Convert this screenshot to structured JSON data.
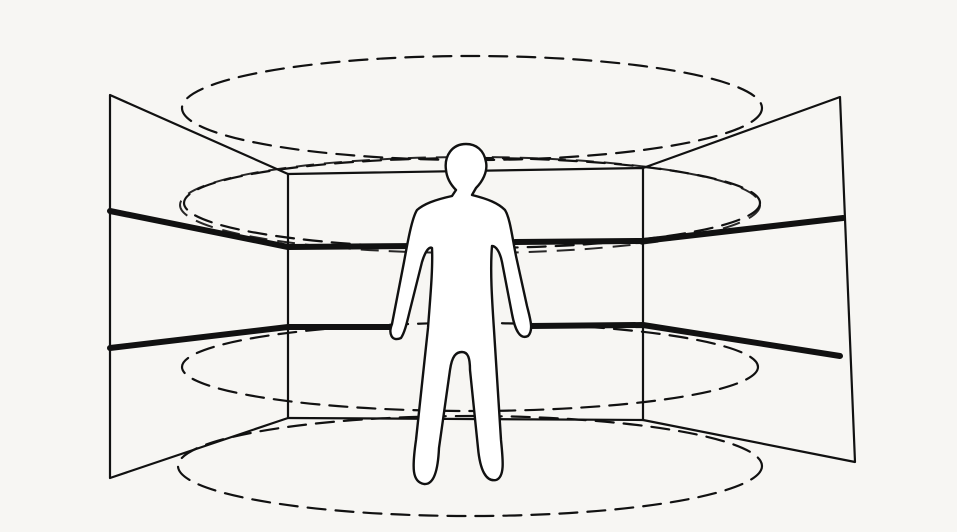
{
  "diagram": {
    "colors": {
      "paper": "#f7f6f3",
      "ink": "#111111",
      "figure_fill": "#ffffff"
    },
    "elements": [
      "left-wall-panel",
      "back-wall-panel",
      "right-wall-panel",
      "upper-rail",
      "lower-rail",
      "dashed-ellipse-top",
      "dashed-ellipse-upper",
      "dashed-ellipse-lower",
      "dashed-ellipse-bottom",
      "human-figure"
    ]
  }
}
